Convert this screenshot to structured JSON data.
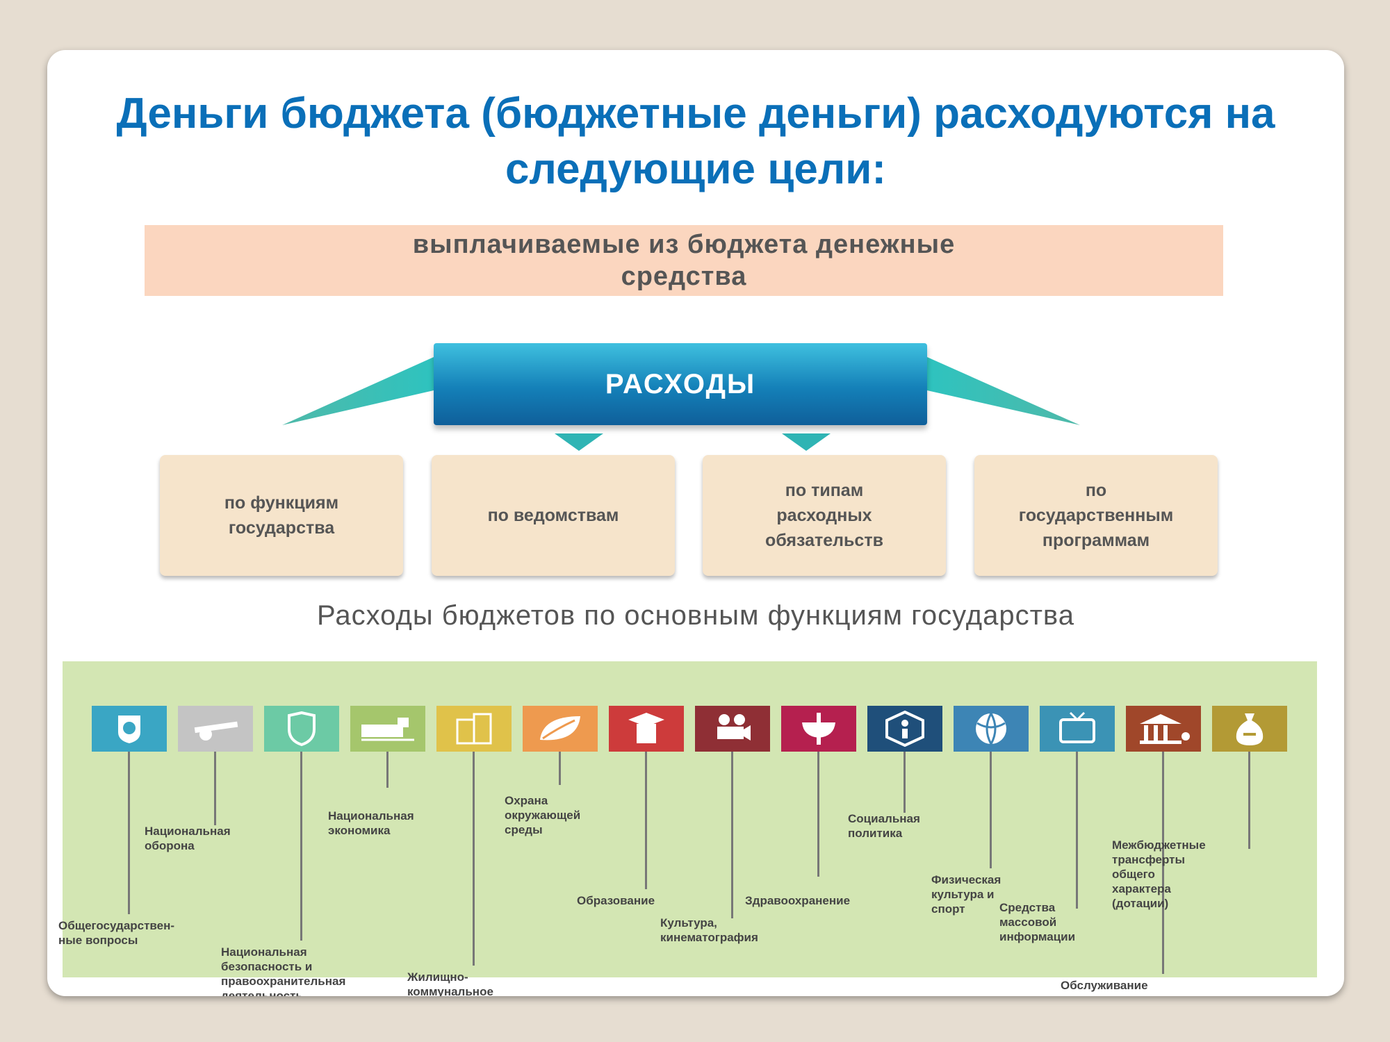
{
  "title": "Деньги бюджета (бюджетные деньги) расходуются на следующие цели:",
  "definition": "выплачиваемые из бюджета денежные средства",
  "center": "РАСХОДЫ",
  "categories": [
    "по функциям государства",
    "по ведомствам",
    "по типам расходных обязательств",
    "по государственным программам"
  ],
  "subtitle": "Расходы бюджетов по основным функциям государства",
  "functions": [
    {
      "label": "Общегосударствен-\nные вопросы",
      "color": "#3aa6c4",
      "icon": "emblem-icon"
    },
    {
      "label": "Национальная\nоборона",
      "color": "#c4c4c4",
      "icon": "cannon-icon"
    },
    {
      "label": "Национальная\nбезопасность и\nправоохранительная\nдеятельность",
      "color": "#6ccaa5",
      "icon": "shield-icon"
    },
    {
      "label": "Национальная\nэкономика",
      "color": "#a5c66c",
      "icon": "harvester-icon"
    },
    {
      "label": "Жилищно-\nкоммунальное\nхозяйство",
      "color": "#e0c24a",
      "icon": "building-icon"
    },
    {
      "label": "Охрана\nокружающей\nсреды",
      "color": "#ee9a4f",
      "icon": "leaf-icon"
    },
    {
      "label": "Образование",
      "color": "#cd3b3b",
      "icon": "graduation-cap-icon"
    },
    {
      "label": "Культура,\nкинематография",
      "color": "#8f2f35",
      "icon": "film-camera-icon"
    },
    {
      "label": "Здравоохранение",
      "color": "#b5204f",
      "icon": "medicine-icon"
    },
    {
      "label": "Социальная\nполитика",
      "color": "#1f4f7a",
      "icon": "person-icon"
    },
    {
      "label": "Физическая\nкультура и\nспорт",
      "color": "#3d85b5",
      "icon": "ball-icon"
    },
    {
      "label": "Средства\nмассовой\nинформации",
      "color": "#3b93b5",
      "icon": "tv-icon"
    },
    {
      "label": "Обслуживание\nгосударственного и\nмуниципального\nдолга",
      "color": "#a0472a",
      "icon": "bank-icon"
    },
    {
      "label": "Межбюджетные\nтрансферты\nобщего\nхарактера\n(дотации)",
      "color": "#b39a35",
      "icon": "money-bag-icon"
    }
  ]
}
